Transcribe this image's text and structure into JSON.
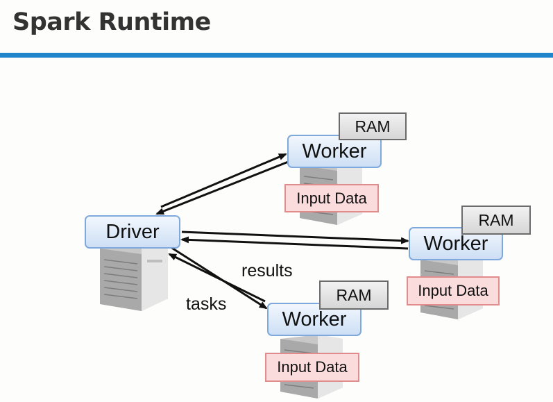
{
  "slide": {
    "title": "Spark Runtime"
  },
  "diagram": {
    "driver": {
      "label": "Driver"
    },
    "workers": [
      {
        "label": "Worker",
        "ram_label": "RAM",
        "input_label": "Input Data"
      },
      {
        "label": "Worker",
        "ram_label": "RAM",
        "input_label": "Input Data"
      },
      {
        "label": "Worker",
        "ram_label": "RAM",
        "input_label": "Input Data"
      }
    ],
    "edge_labels": {
      "results": "results",
      "tasks": "tasks"
    },
    "colors": {
      "title_rule": "#1f86cc",
      "node_border": "#7fa8dc",
      "input_fill": "#fbdcdc",
      "ram_fill": "#e3e3e3"
    }
  }
}
